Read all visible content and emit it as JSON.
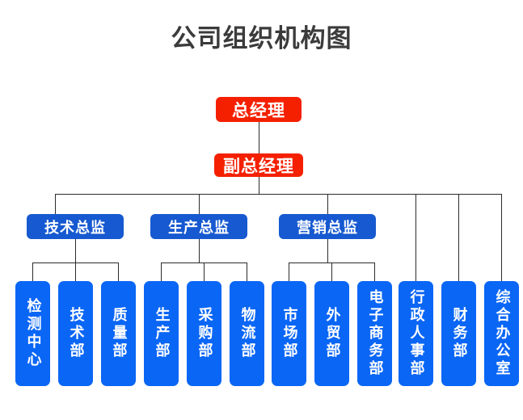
{
  "title": "公司组织机构图",
  "colors": {
    "executive": "#f42000",
    "director": "#1659d0",
    "department": "#0a66f5",
    "line": "#2b2b2b",
    "title_text": "#3b3b3b",
    "node_text": "#ffffff",
    "background": "#ffffff"
  },
  "chart_data": {
    "type": "diagram",
    "title": "公司组织机构图",
    "levels": [
      {
        "level": 1,
        "role": "executive",
        "nodes": [
          {
            "label": "总经理"
          }
        ]
      },
      {
        "level": 2,
        "role": "executive",
        "nodes": [
          {
            "label": "副总经理"
          }
        ]
      },
      {
        "level": 3,
        "role": "director",
        "nodes": [
          {
            "label": "技术总监"
          },
          {
            "label": "生产总监"
          },
          {
            "label": "营销总监"
          }
        ]
      },
      {
        "level": 4,
        "role": "department",
        "nodes": [
          {
            "label": "检测中心",
            "parent": "技术总监"
          },
          {
            "label": "技术部",
            "parent": "技术总监"
          },
          {
            "label": "质量部",
            "parent": "技术总监"
          },
          {
            "label": "生产部",
            "parent": "生产总监"
          },
          {
            "label": "采购部",
            "parent": "生产总监"
          },
          {
            "label": "物流部",
            "parent": "生产总监"
          },
          {
            "label": "市场部",
            "parent": "营销总监"
          },
          {
            "label": "外贸部",
            "parent": "营销总监"
          },
          {
            "label": "电子商务部",
            "parent": "营销总监"
          },
          {
            "label": "行政人事部",
            "parent": "副总经理"
          },
          {
            "label": "财务部",
            "parent": "副总经理"
          },
          {
            "label": "综合办公室",
            "parent": "副总经理"
          }
        ]
      }
    ]
  },
  "executives": {
    "gm": "总经理",
    "deputy_gm": "副总经理"
  },
  "directors": [
    {
      "label": "技术总监"
    },
    {
      "label": "生产总监"
    },
    {
      "label": "营销总监"
    }
  ],
  "departments": [
    {
      "label": "检测中心"
    },
    {
      "label": "技术部"
    },
    {
      "label": "质量部"
    },
    {
      "label": "生产部"
    },
    {
      "label": "采购部"
    },
    {
      "label": "物流部"
    },
    {
      "label": "市场部"
    },
    {
      "label": "外贸部"
    },
    {
      "label": "电子商务部"
    },
    {
      "label": "行政人事部"
    },
    {
      "label": "财务部"
    },
    {
      "label": "综合办公室"
    }
  ]
}
